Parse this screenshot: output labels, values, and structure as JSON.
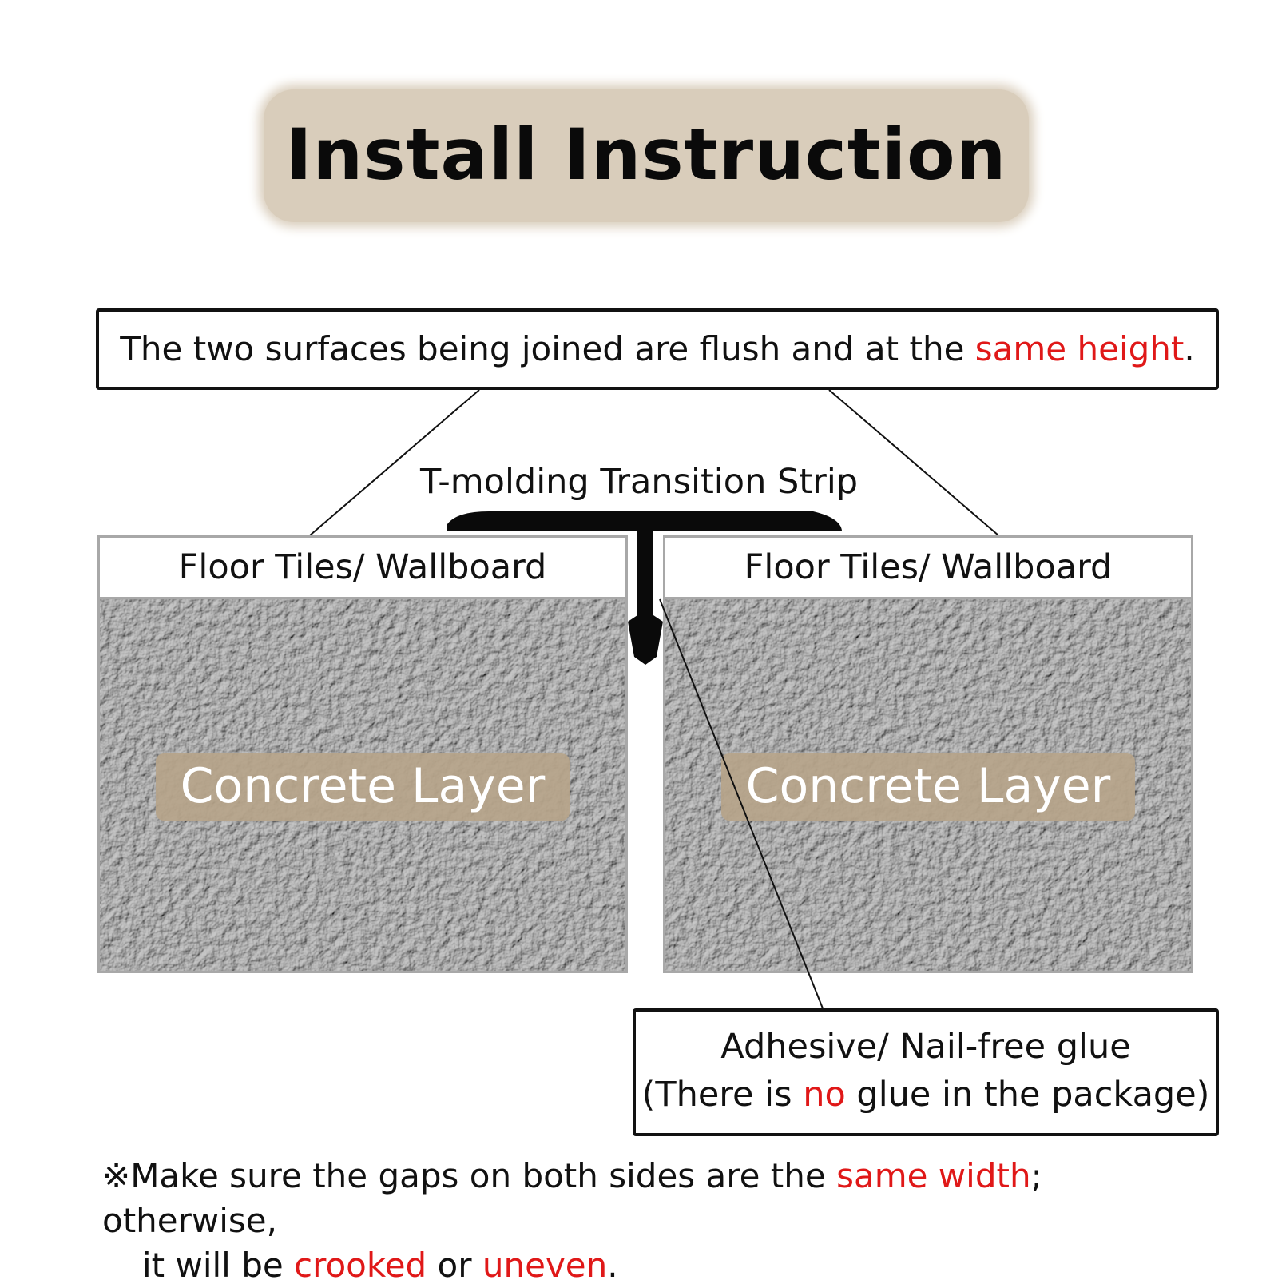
{
  "title": "Install Instruction",
  "top_note": {
    "text_before": "The two surfaces being joined are flush and at the ",
    "highlight": "same height",
    "text_after": "."
  },
  "strip_label": "T-molding Transition Strip",
  "left_block": {
    "surface_label": "Floor Tiles/ Wallboard",
    "layer_label": "Concrete Layer"
  },
  "right_block": {
    "surface_label": "Floor Tiles/ Wallboard",
    "layer_label": "Concrete Layer"
  },
  "glue_note": {
    "line1": "Adhesive/ Nail-free glue",
    "line2_before": "(There is ",
    "line2_highlight": "no",
    "line2_after": " glue in the package)"
  },
  "bottom_note": {
    "part1": "※Make sure the gaps on both sides are the ",
    "hl1": "same width",
    "part2": "; otherwise,",
    "part3": "it will be ",
    "hl2": "crooked",
    "part4": " or ",
    "hl3": "uneven",
    "part5": "."
  },
  "colors": {
    "accent_red": "#e01818",
    "title_bg": "#d9cdbb",
    "concrete_label_bg": "#b6a48a",
    "concrete_base": "#9a9a9a",
    "molding": "#0a0a0a"
  }
}
